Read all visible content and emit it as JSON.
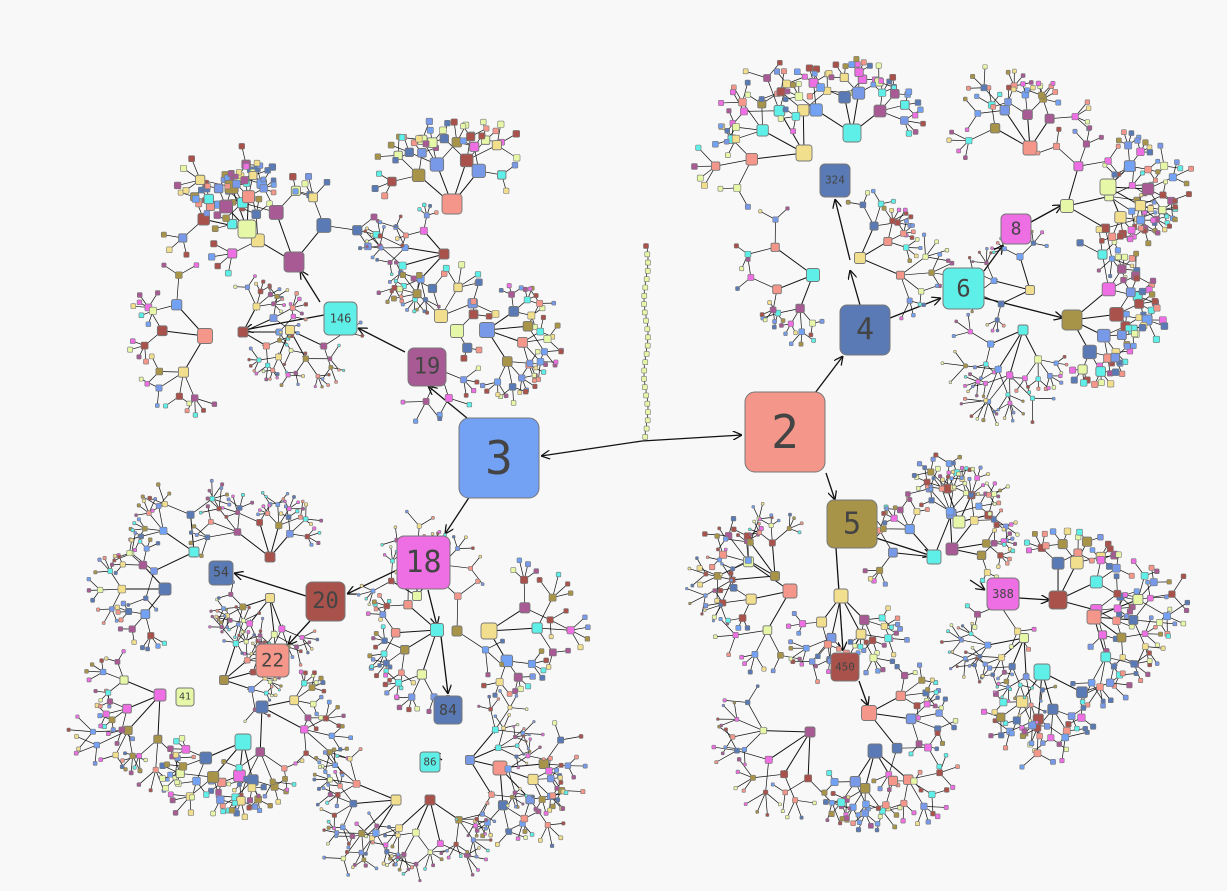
{
  "graph": {
    "labels": {
      "n2": "2",
      "n3": "3",
      "n4": "4",
      "n5": "5",
      "n6": "6",
      "n8": "8",
      "n18": "18",
      "n19": "19",
      "n20": "20",
      "n22": "22",
      "n41": "41",
      "n54": "54",
      "n84": "84",
      "n86": "86",
      "n146": "146",
      "n324": "324",
      "n388": "388",
      "n450": "450"
    },
    "palette": [
      "#f4978a",
      "#73a2f5",
      "#5a7ab5",
      "#a89448",
      "#5ef0e8",
      "#ee6ee3",
      "#a85a95",
      "#a8524b",
      "#f2df8e",
      "#e6f7a8",
      "#7898e8"
    ],
    "node_stroke": "#777777",
    "edge_color": "#111111",
    "background": "#f8f8f8"
  }
}
